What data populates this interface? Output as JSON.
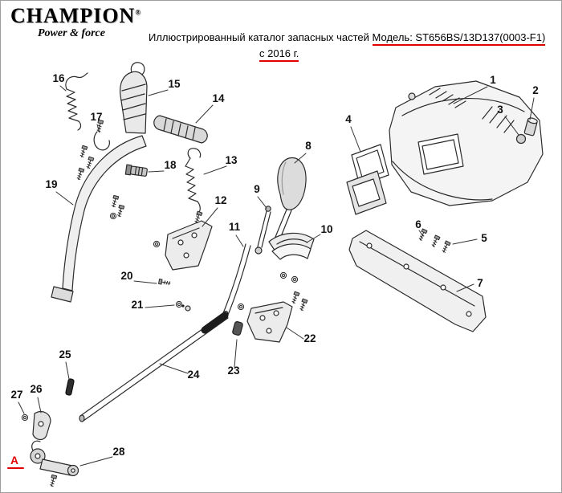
{
  "header": {
    "brand": "CHAMPION",
    "brand_reg": "®",
    "tagline": "Power & force",
    "title_prefix": "Иллюстрированный каталог запасных частей",
    "model_label": "Модель: ST656BS/13D137(0003-F1)",
    "year_label": "с 2016 г."
  },
  "colors": {
    "highlight_red": "#e10000",
    "line_art": "#2b2b2b",
    "callout_text": "#101010"
  },
  "diagram": {
    "callouts": {
      "c1": "1",
      "c2": "2",
      "c3": "3",
      "c4": "4",
      "c5": "5",
      "c6": "6",
      "c7": "7",
      "c8": "8",
      "c9": "9",
      "c10": "10",
      "c11": "11",
      "c12": "12",
      "c13": "13",
      "c14": "14",
      "c15": "15",
      "c16": "16",
      "c17": "17",
      "c18": "18",
      "c19": "19",
      "c20": "20",
      "c21": "21",
      "c22": "22",
      "c23": "23",
      "c24": "24",
      "c25": "25",
      "c26": "26",
      "c27": "27",
      "c28": "28",
      "cA": "A"
    }
  }
}
